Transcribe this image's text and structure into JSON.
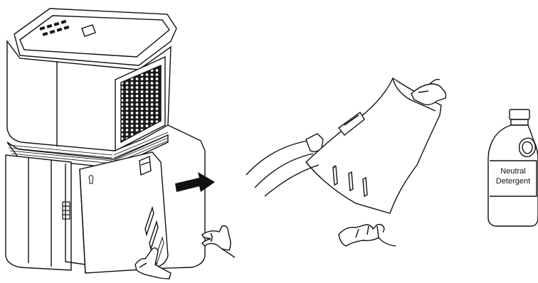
{
  "illustration": {
    "steps": [
      {
        "id": "remove-tank-panel"
      },
      {
        "id": "wipe-panel"
      },
      {
        "id": "detergent"
      }
    ],
    "bottle_label": {
      "line1": "Neutral",
      "line2": "Detergent"
    },
    "colors": {
      "line": "#111111",
      "grille": "#1a1a1a",
      "background": "#ffffff",
      "arrow": "#111111"
    }
  }
}
